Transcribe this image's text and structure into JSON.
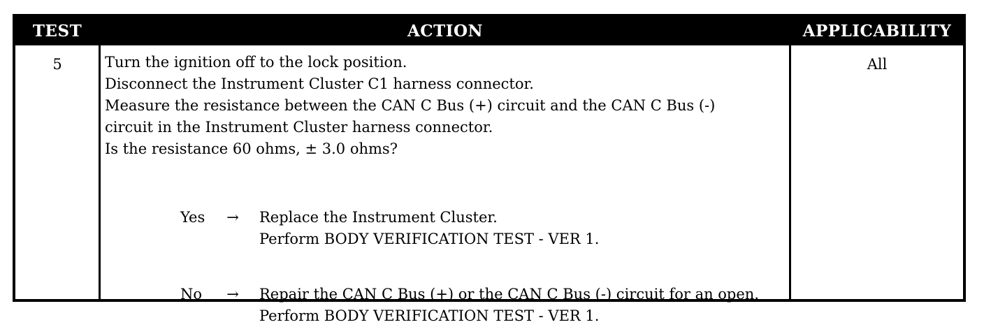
{
  "header": {
    "test": "TEST",
    "action": "ACTION",
    "applicability": "APPLICABILITY"
  },
  "row": {
    "test_number": "5",
    "applicability": "All",
    "steps": [
      "Turn the ignition off to the lock position.",
      "Disconnect the Instrument Cluster C1 harness connector.",
      "Measure the resistance between the CAN C Bus (+) circuit and the CAN C Bus (-)",
      "circuit in the Instrument Cluster harness connector.",
      "Is the resistance 60 ohms, ± 3.0 ohms?"
    ],
    "yes": {
      "label": "Yes",
      "arrow": "→",
      "lines": [
        "Replace the Instrument Cluster.",
        "Perform BODY VERIFICATION TEST - VER 1."
      ]
    },
    "no": {
      "label": "No",
      "arrow": "→",
      "lines": [
        "Repair the CAN C Bus (+) or the CAN C Bus (-) circuit for an open.",
        "Perform BODY VERIFICATION TEST - VER 1."
      ]
    }
  },
  "colors": {
    "header_bg": "#000000",
    "header_text": "#ffffff",
    "border": "#000000"
  }
}
